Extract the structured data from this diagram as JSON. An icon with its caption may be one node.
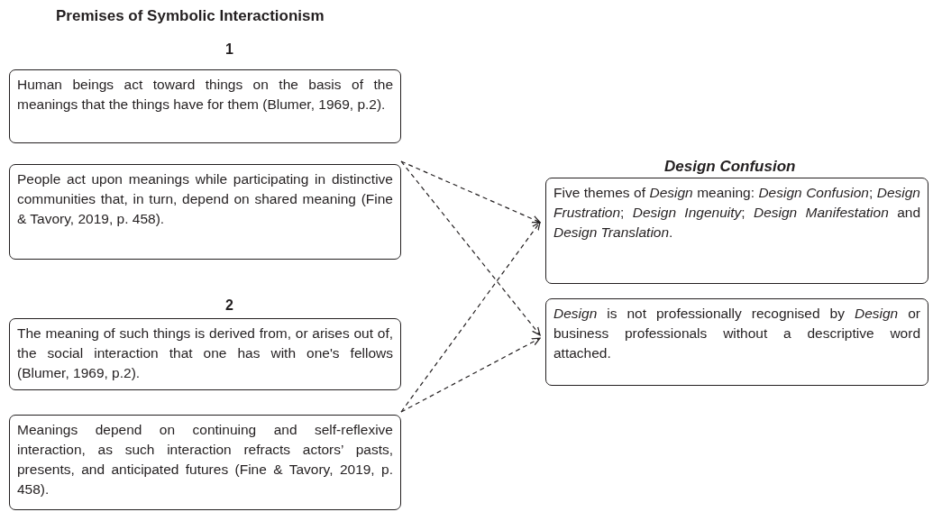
{
  "diagram": {
    "title": "Premises of Symbolic Interactionism",
    "nodes": [
      {
        "text": [
          "Human beings act toward things on the basis of the meanings that the things have for them (Blumer, 1969, p.2)."
        ]
      },
      {
        "text": [
          "People act upon meanings while participating in distinctive communities that, in turn, depend on shared meaning (Fine & Tavory, 2019, p. 458)."
        ]
      },
      {
        "text": [
          "The meaning of such things is derived from, or arises out of, the social interaction that one has with one's fellows (Blumer, 1969, p.2)."
        ]
      },
      {
        "text": [
          "Meanings depend on continuing and self-reflexive interaction, as such interaction refracts actors’ pasts, presents, and anticipated futures (Fine & Tavory, 2019, p. 458)."
        ]
      },
      {
        "text": [
          "Five themes of *Design* meaning: *Design Confusion*; *Design Frustration*; *Design Ingenuity*; *Design Manifestation* and *Design Translation*."
        ]
      },
      {
        "text": [
          "*Design* is not professionally recognised by *Design* or business professionals without a descriptive word attached."
        ]
      }
    ],
    "edges": [
      {
        "from": 1,
        "to": 4,
        "arrow": "to",
        "style": "dashed"
      },
      {
        "from": 1,
        "to": 5,
        "arrow": "to",
        "style": "dashed"
      },
      {
        "from": 3,
        "to": 4,
        "arrow": "to",
        "style": "dashed"
      },
      {
        "from": 3,
        "to": 5,
        "arrow": "to",
        "style": "dashed"
      }
    ],
    "labels": [
      "1",
      "2",
      "Design Confusion"
    ]
  }
}
